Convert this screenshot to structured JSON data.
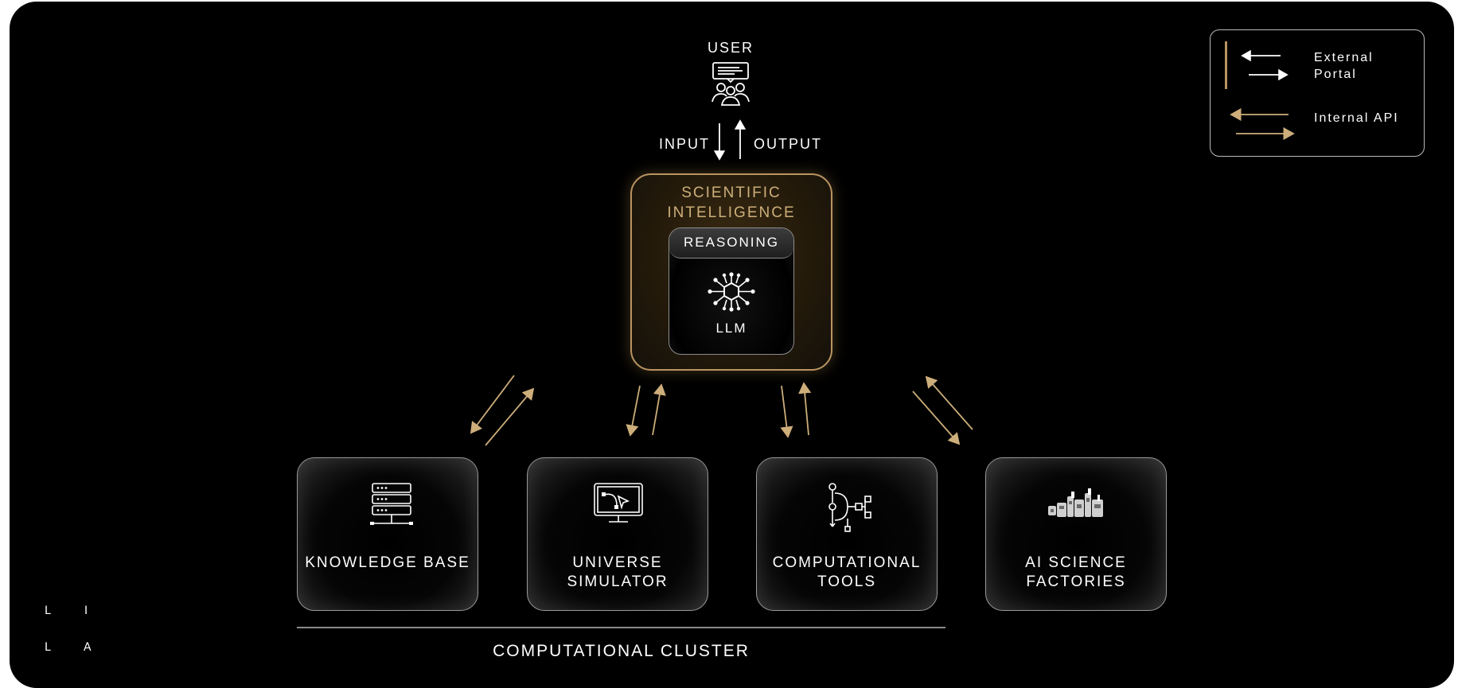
{
  "user": {
    "label": "USER",
    "icon": "users-presentation-icon"
  },
  "io": {
    "input_label": "INPUT",
    "output_label": "OUTPUT"
  },
  "scientific_intelligence": {
    "title": "SCIENTIFIC INTELLIGENCE",
    "reasoning": {
      "label": "REASONING",
      "core_label": "LLM",
      "icon": "neural-network-icon"
    }
  },
  "components": [
    {
      "label": "KNOWLEDGE BASE",
      "icon": "database-server-icon"
    },
    {
      "label": "UNIVERSE SIMULATOR",
      "icon": "monitor-curve-icon"
    },
    {
      "label": "COMPUTATIONAL TOOLS",
      "icon": "flow-tools-icon"
    },
    {
      "label": "AI SCIENCE FACTORIES",
      "icon": "robotic-lab-icon"
    }
  ],
  "cluster_label": "COMPUTATIONAL CLUSTER",
  "legend": [
    {
      "label": "External Portal",
      "color": "#ffffff"
    },
    {
      "label": "Internal API",
      "color": "#cdae7a"
    }
  ],
  "logo": {
    "letters": [
      "L",
      "I",
      "L",
      "A"
    ]
  },
  "colors": {
    "background": "#000000",
    "accent_gold": "#cdae7a",
    "line_white": "#ffffff"
  }
}
